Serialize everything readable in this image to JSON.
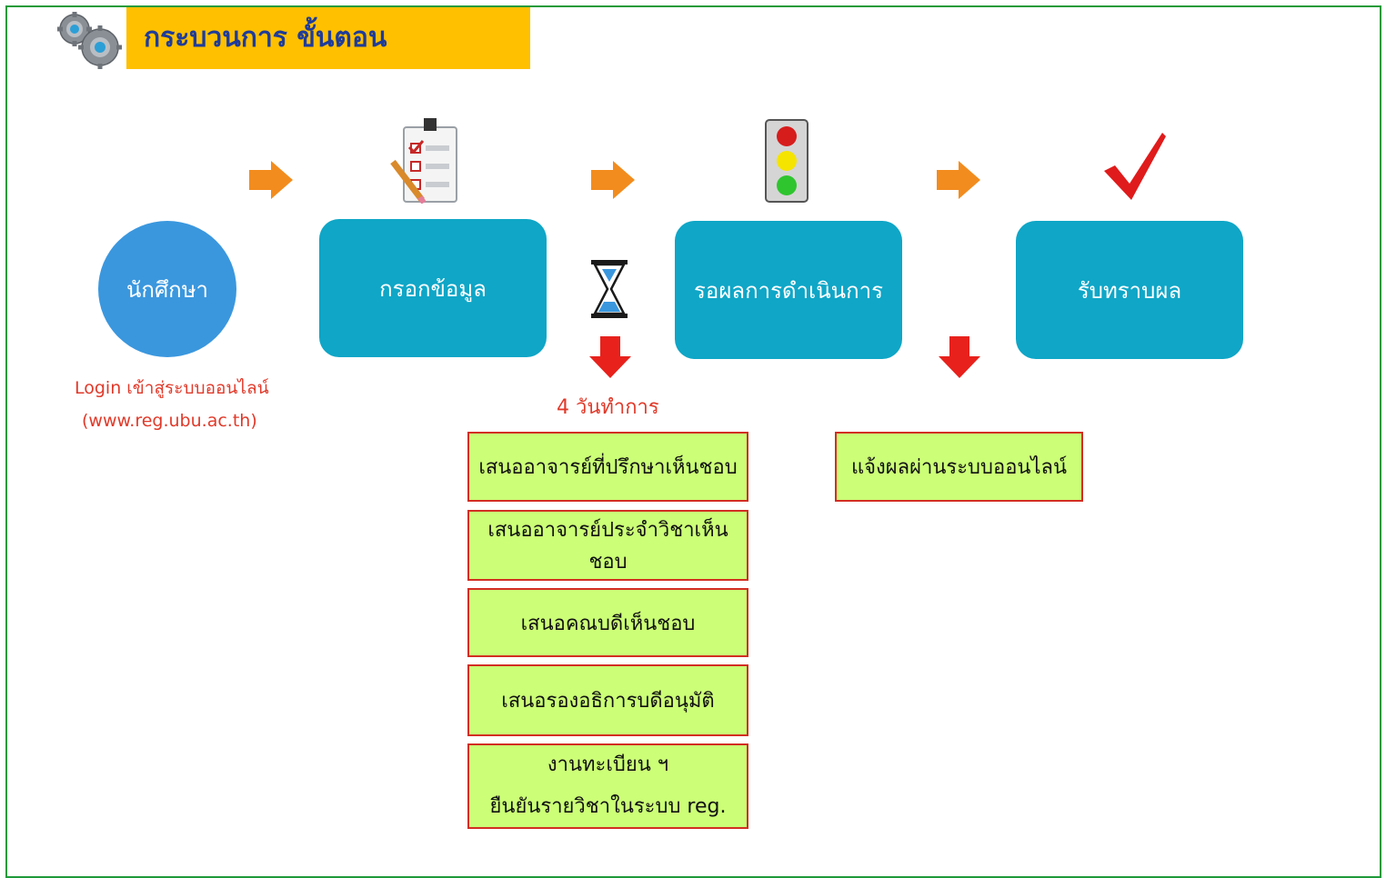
{
  "header": {
    "title": "กระบวนการ ขั้นตอน",
    "icon": "gears-icon"
  },
  "flow": {
    "student": "นักศึกษา",
    "fill_info": "กรอกข้อมูล",
    "wait_result": "รอผลการดำเนินการ",
    "receive_result": "รับทราบผล"
  },
  "login": {
    "line1": "Login เข้าสู่ระบบออนไลน์",
    "line2": "(www.reg.ubu.ac.th)"
  },
  "duration": "4  วันทำการ",
  "approval_steps": [
    {
      "text": "เสนออาจารย์ที่ปรึกษาเห็นชอบ"
    },
    {
      "text": "เสนออาจารย์ประจำวิชาเห็นชอบ"
    },
    {
      "text": "เสนอคณบดีเห็นชอบ"
    },
    {
      "text": "เสนอรองอธิการบดีอนุมัติ"
    },
    {
      "text": "งานทะเบียน ฯ",
      "text2": "ยืนยันรายวิชาในระบบ reg."
    }
  ],
  "notify": "แจ้งผลผ่านระบบออนไลน์",
  "colors": {
    "node": "#0fa6c7",
    "student": "#3a97de",
    "title_band": "#ffc000",
    "arrow_orange": "#f28c1e",
    "arrow_red": "#e8211c",
    "box_fill": "#ccff77",
    "box_border": "#d22e22"
  },
  "icons": [
    "checklist-icon",
    "traffic-light-icon",
    "checkmark-icon",
    "hourglass-icon"
  ]
}
